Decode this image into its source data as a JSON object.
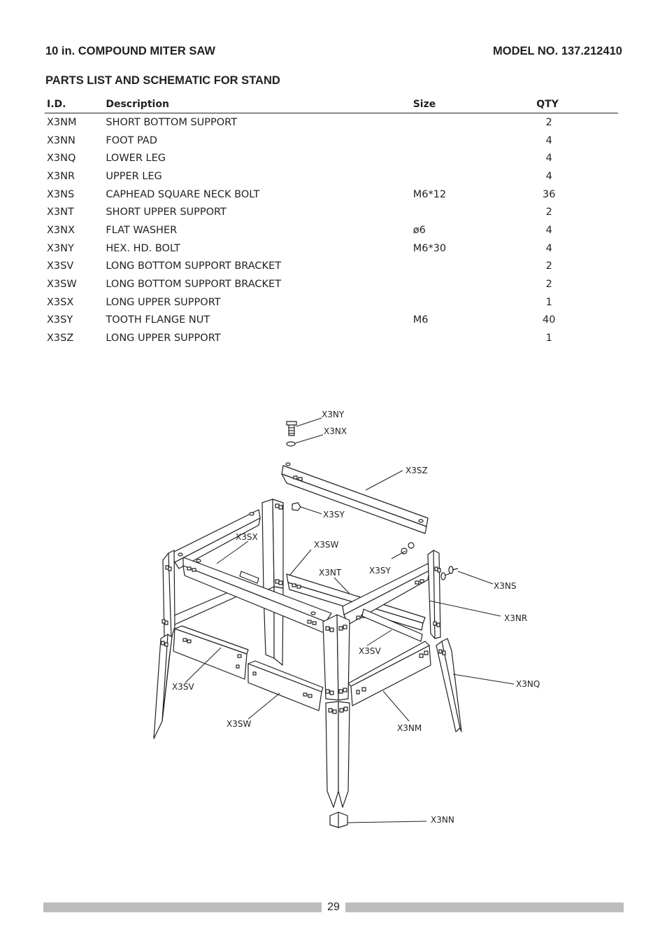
{
  "header": {
    "title": "10 in. COMPOUND MITER SAW",
    "model": "MODEL NO. 137.212410"
  },
  "section_title": "PARTS LIST AND SCHEMATIC FOR STAND",
  "table": {
    "columns": [
      "I.D.",
      "Description",
      "Size",
      "QTY"
    ],
    "rows": [
      {
        "id": "X3NM",
        "desc": "SHORT BOTTOM SUPPORT",
        "size": "",
        "qty": "2"
      },
      {
        "id": "X3NN",
        "desc": "FOOT PAD",
        "size": "",
        "qty": "4"
      },
      {
        "id": "X3NQ",
        "desc": "LOWER LEG",
        "size": "",
        "qty": "4"
      },
      {
        "id": "X3NR",
        "desc": "UPPER LEG",
        "size": "",
        "qty": "4"
      },
      {
        "id": "X3NS",
        "desc": "CAPHEAD SQUARE NECK BOLT",
        "size": "M6*12",
        "qty": "36"
      },
      {
        "id": "X3NT",
        "desc": "SHORT UPPER SUPPORT",
        "size": "",
        "qty": "2"
      },
      {
        "id": "X3NX",
        "desc": "FLAT WASHER",
        "size": "ø6",
        "qty": "4"
      },
      {
        "id": "X3NY",
        "desc": "HEX. HD. BOLT",
        "size": "M6*30",
        "qty": "4"
      },
      {
        "id": "X3SV",
        "desc": "LONG BOTTOM SUPPORT BRACKET",
        "size": "",
        "qty": "2"
      },
      {
        "id": "X3SW",
        "desc": "LONG BOTTOM SUPPORT BRACKET",
        "size": "",
        "qty": "2"
      },
      {
        "id": "X3SX",
        "desc": "LONG UPPER SUPPORT",
        "size": "",
        "qty": "1"
      },
      {
        "id": "X3SY",
        "desc": "TOOTH FLANGE NUT",
        "size": "M6",
        "qty": "40"
      },
      {
        "id": "X3SZ",
        "desc": "LONG UPPER SUPPORT",
        "size": "",
        "qty": "1"
      }
    ]
  },
  "diagram_labels": {
    "x3ny": "X3NY",
    "x3nx": "X3NX",
    "x3sz": "X3SZ",
    "x3sy_top": "X3SY",
    "x3sx": "X3SX",
    "x3sw_top": "X3SW",
    "x3nt": "X3NT",
    "x3sy_mid": "X3SY",
    "x3ns": "X3NS",
    "x3nr": "X3NR",
    "x3sv_mid": "X3SV",
    "x3nq": "X3NQ",
    "x3sv_left": "X3SV",
    "x3sw_bottom": "X3SW",
    "x3nm": "X3NM",
    "x3nn": "X3NN"
  },
  "footer": {
    "page_number": "29"
  }
}
